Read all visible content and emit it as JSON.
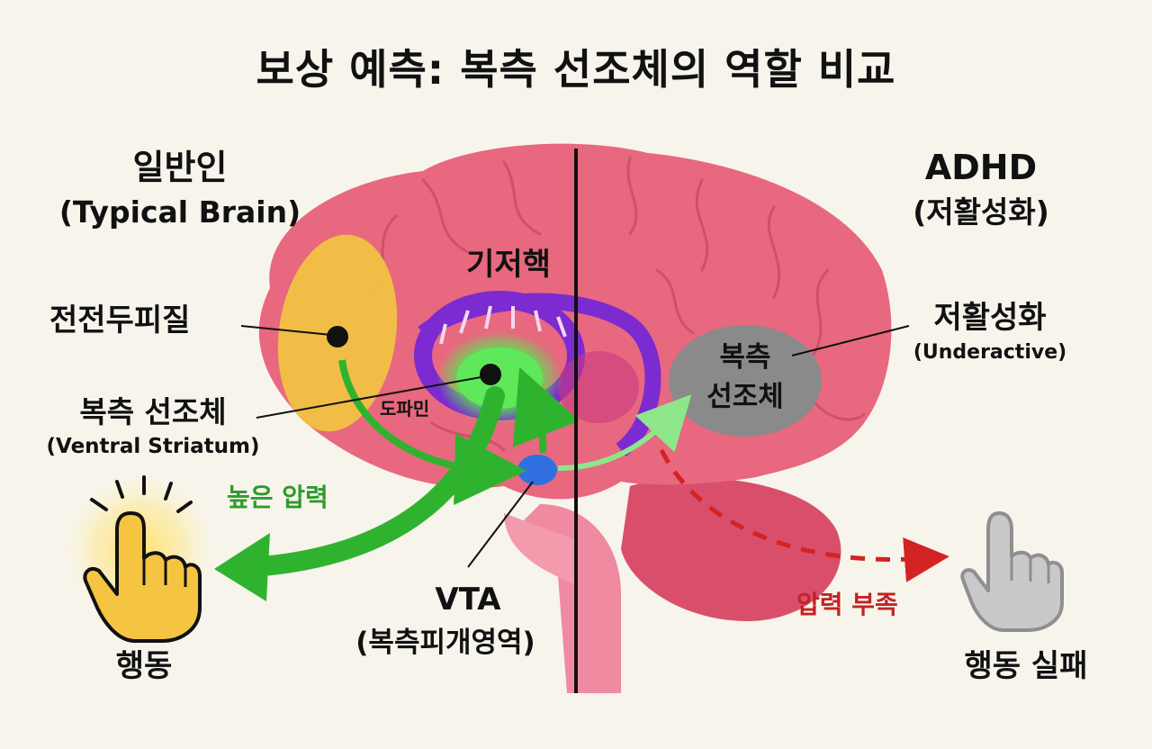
{
  "title": "보상 예측: 복측 선조체의 역할 비교",
  "left": {
    "heading": "일반인",
    "subheading": "(Typical Brain)",
    "pfc_label": "전전두피질",
    "vs_label": "복측 선조체",
    "vs_label_en": "(Ventral Striatum)",
    "basal_ganglia_label": "기저핵",
    "dopamine_label": "도파민",
    "pressure_label": "높은 압력",
    "action_label": "행동",
    "vta_label": "VTA",
    "vta_label_ko": "(복측피개영역)"
  },
  "right": {
    "heading": "ADHD",
    "subheading": "(저활성화)",
    "vs_inner_line1": "복측",
    "vs_inner_line2": "선조체",
    "underactive_label": "저활성화",
    "underactive_label_en": "(Underactive)",
    "pressure_label": "압력 부족",
    "action_label": "행동 실패"
  },
  "colors": {
    "brain": "#e8687f",
    "brain_dark": "#d14a66",
    "pfc": "#f2c244",
    "basal_ganglia": "#7b2bd0",
    "vs_active": "#5fe85a",
    "vta": "#2f6fe0",
    "vs_inactive": "#8a8a8a",
    "arrow_green": "#2fb32f",
    "arrow_light": "#8ee68a",
    "arrow_red": "#d42323",
    "divider": "#111111"
  },
  "icons": {
    "action_left": "pointing-hand-glow-icon",
    "action_right": "pointing-hand-gray-icon"
  }
}
